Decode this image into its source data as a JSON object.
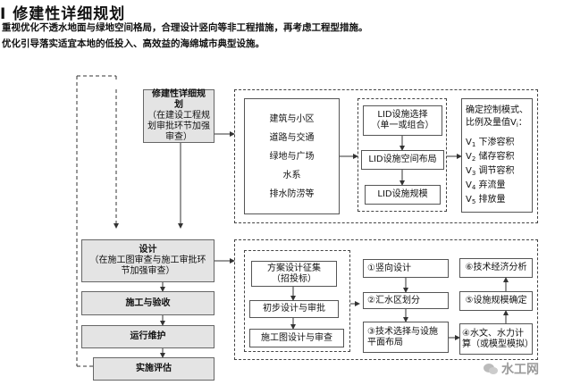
{
  "header": {
    "title": "Ⅰ 修建性详细规划",
    "line1": "重视优化不透水地面与绿地空间格局，合理设计竖向等非工程措施，再考虑工程型措施。",
    "line2": "优化引导落实适宜本地的低投入、高效益的海绵城市典型设施。"
  },
  "left_chain": {
    "plan_title": "修建性详细规划",
    "plan_sub": "（在建设工程规划审批环节加强审查）",
    "design_title": "设计",
    "design_sub": "（在施工图审查与施工审批环节加强审查）",
    "construction": "施工与验收",
    "operation": "运行维护",
    "evaluation": "实施评估"
  },
  "top_panel": {
    "land_uses": [
      "建筑与小区",
      "道路与交通",
      "绿地与广场",
      "水系",
      "排水防涝等"
    ],
    "lid_select": "LID设施选择",
    "lid_select_sub": "（单一或组合）",
    "lid_layout": "LID设施空间布局",
    "lid_scale": "LID设施规模",
    "control_title": "确定控制模式、比例及量值V",
    "control_title_sub": "i",
    "control_items": [
      {
        "sym": "V",
        "idx": "1",
        "text": "下渗容积"
      },
      {
        "sym": "V",
        "idx": "2",
        "text": "储存容积"
      },
      {
        "sym": "V",
        "idx": "3",
        "text": "调节容积"
      },
      {
        "sym": "V",
        "idx": "4",
        "text": "弃流量"
      },
      {
        "sym": "V",
        "idx": "5",
        "text": "排放量"
      }
    ]
  },
  "bottom_panel": {
    "left_steps": [
      "方案设计征集（招投标）",
      "初步设计与审批",
      "施工图设计与审查"
    ],
    "mid_steps": [
      "①竖向设计",
      "②汇水区划分",
      "③技术选择与设施平面布局"
    ],
    "right_steps": [
      "⑥技术经济分析",
      "⑤设施规模确定",
      "④水文、水力计算（或模型模拟）"
    ]
  },
  "watermark": "水工网"
}
